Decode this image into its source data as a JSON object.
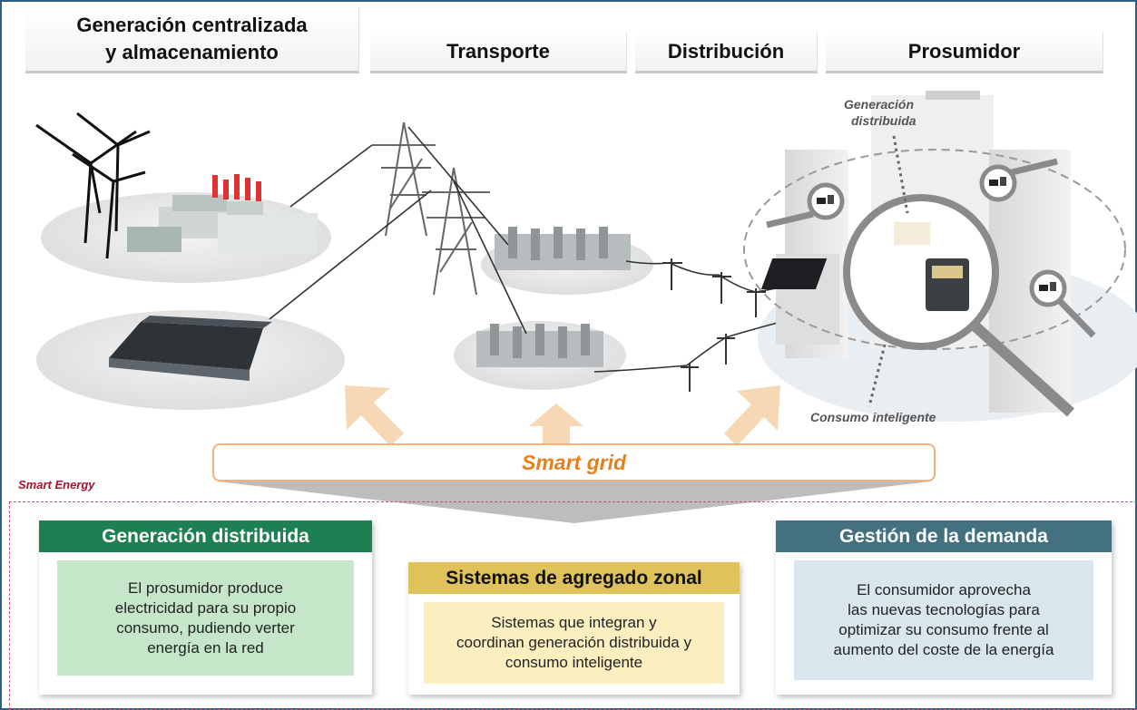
{
  "header": {
    "col1_line1": "Generación centralizada",
    "col1_line2": "y almacenamiento",
    "col2": "Transporte",
    "col3": "Distribución",
    "col4": "Prosumidor"
  },
  "scene": {
    "label_generation_line1": "Generación",
    "label_generation_line2": "distribuida",
    "label_consumption": "Consumo inteligente"
  },
  "smart_grid_label": "Smart grid",
  "smart_energy_label": "Smart Energy",
  "cards": {
    "distributed": {
      "title": "Generación distribuida",
      "lines": [
        "El prosumidor produce",
        "electricidad para su propio",
        "consumo, pudiendo verter",
        "energía en la red"
      ],
      "color": "#1e8052",
      "body_color": "#c6e6c9"
    },
    "aggregation": {
      "title": "Sistemas de agregado zonal",
      "lines": [
        "Sistemas que integran y",
        "coordinan generación distribuida y",
        "consumo inteligente"
      ],
      "color": "#e0c25a",
      "body_color": "#fbefc0"
    },
    "demand": {
      "title": "Gestión de la demanda",
      "lines": [
        "El consumidor aprovecha",
        "las nuevas tecnologías para",
        "optimizar su consumo frente al",
        "aumento del coste de la energía"
      ],
      "color": "#44717f",
      "body_color": "#d9e6ee"
    }
  },
  "colors": {
    "frame_border": "#2f5d8a",
    "arrow": "#f7d8b4",
    "smart_grid_text": "#e6801b",
    "smart_energy_text": "#a8102f"
  }
}
